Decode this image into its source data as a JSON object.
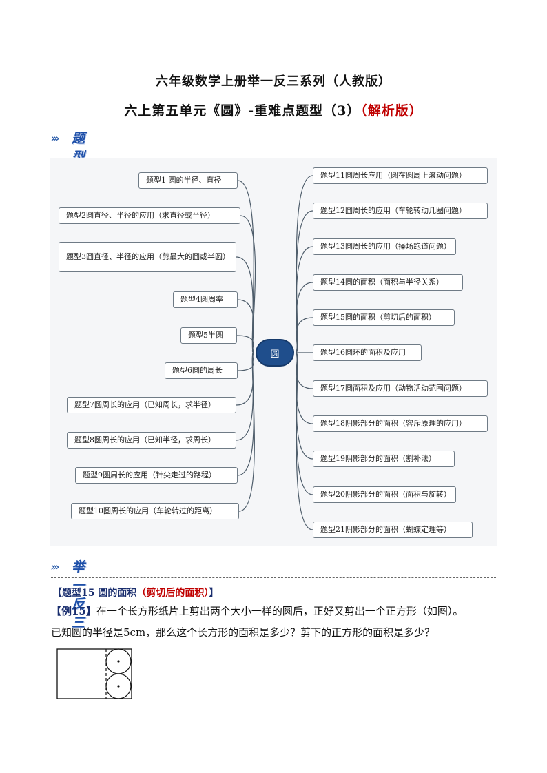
{
  "title1": "六年级数学上册举一反三系列（人教版）",
  "title2_main": "六上第五单元《圆》-重难点题型（3）",
  "title2_suffix": "（解析版）",
  "section1": {
    "arrows": "›››",
    "label": "题型先知"
  },
  "section2": {
    "arrows": "›››",
    "label": "举一反三"
  },
  "mindmap": {
    "center": "圆",
    "left": [
      "题型1 圆的半径、直径",
      "题型2圆直径、半径的应用（求直径或半径）",
      "题型3圆直径、半径的应用（剪最大的圆或半圆）",
      "题型4圆周率",
      "题型5半圆",
      "题型6圆的周长",
      "题型7圆周长的应用（已知周长，求半径）",
      "题型8圆周长的应用（已知半径，求周长）",
      "题型9圆周长的应用（针尖走过的路程）",
      "题型10圆周长的应用（车轮转过的距离）"
    ],
    "right": [
      "题型11圆周长应用（圆在圆周上滚动问题）",
      "题型12圆周长的应用（车轮转动几圈问题）",
      "题型13圆周长的应用（操场跑道问题）",
      "题型14圆的面积（面积与半径关系）",
      "题型15圆的面积（剪切后的面积）",
      "题型16圆环的面积及应用",
      "题型17圆面积及应用（动物活动范围问题）",
      "题型18阴影部分的面积（容斥原理的应用）",
      "题型19阴影部分的面积（割补法）",
      "题型20阴影部分的面积（面积与旋转）",
      "题型21阴影部分的面积（蝴蝶定理等）"
    ]
  },
  "topic15": {
    "prefix": "【题型15 圆的面积",
    "red": "（剪切后的面积）",
    "suffix": "】"
  },
  "example15": {
    "tag": "【例15】",
    "line1": "在一个长方形纸片上剪出两个大小一样的圆后，正好又剪出一个正方形（如图）。",
    "line2": "已知圆的半径是5cm，那么这个长方形的面积是多少？剪下的正方形的面积是多少？"
  }
}
